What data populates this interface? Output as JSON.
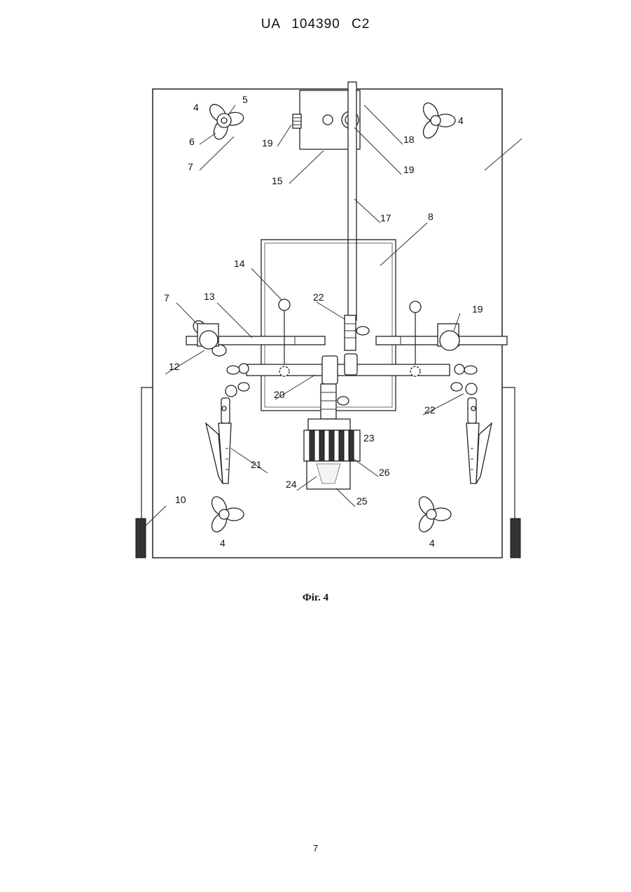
{
  "header": {
    "patent_number": "UA   104390   C2"
  },
  "caption": "Фіг. 4",
  "page_number": "7",
  "labels": {
    "l4_tl": "4",
    "l5": "5",
    "l6": "6",
    "l7_tl": "7",
    "l19_top": "19",
    "l15": "15",
    "l18": "18",
    "l19_mid": "19",
    "l4_tr": "4",
    "l17": "17",
    "l8": "8",
    "l14": "14",
    "l13": "13",
    "l7_left": "7",
    "l22_top": "22",
    "l19_right": "19",
    "l12": "12",
    "l20": "20",
    "l22_right": "22",
    "l23": "23",
    "l21": "21",
    "l26": "26",
    "l24": "24",
    "l25": "25",
    "l10": "10",
    "l4_bl": "4",
    "l4_br": "4"
  }
}
